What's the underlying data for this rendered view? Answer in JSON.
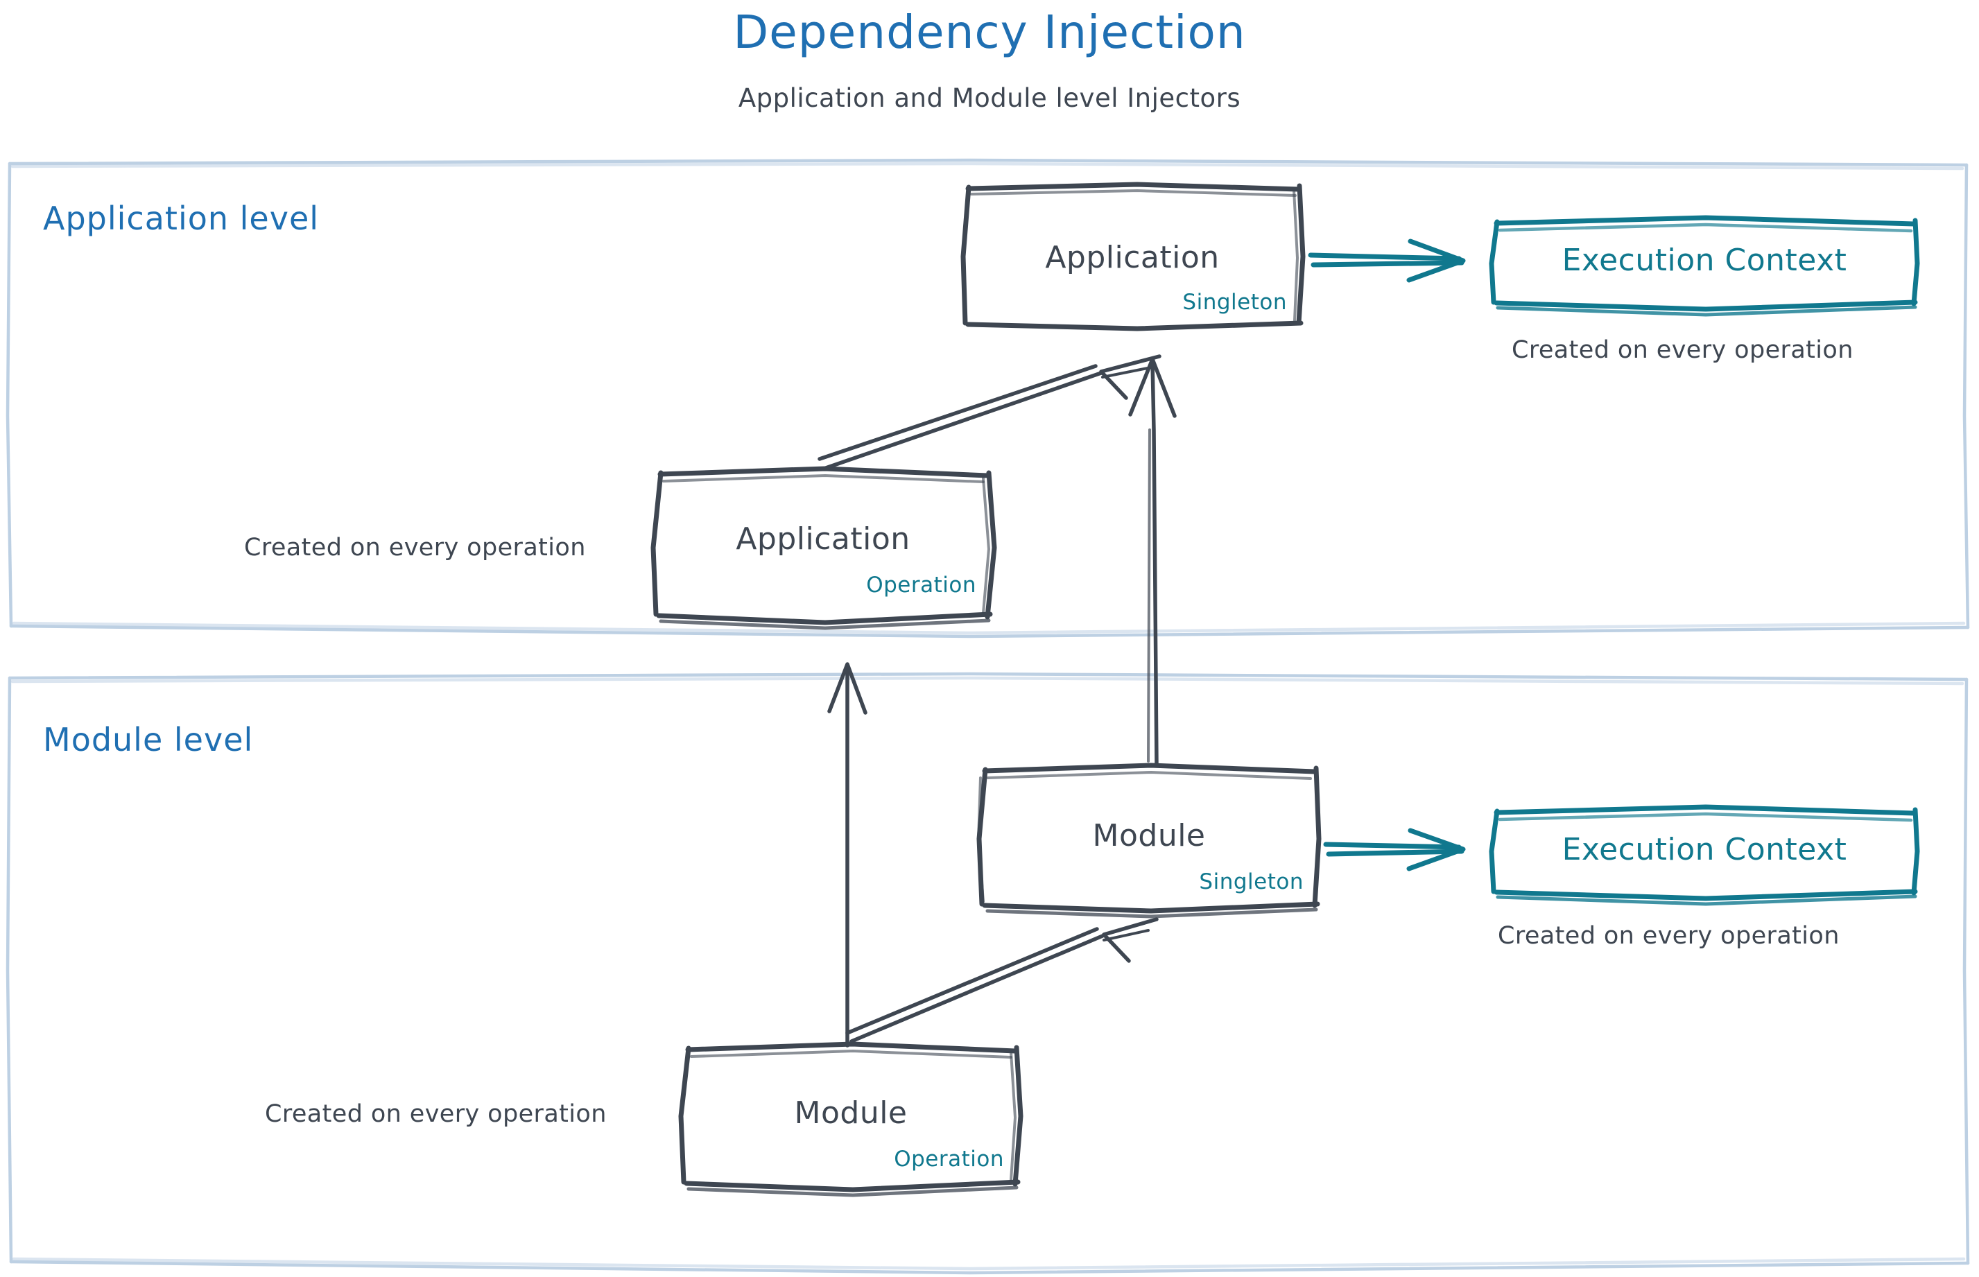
{
  "header": {
    "title": "Dependency Injection",
    "subtitle": "Application and Module level Injectors"
  },
  "colors": {
    "title_blue": "#1F6FB2",
    "lane_label_blue": "#1F6FB2",
    "ink_dark": "#3E4651",
    "accent_teal": "#10788E",
    "lane_border": "#BDD0E3",
    "background": "#FFFFFF"
  },
  "lanes": [
    {
      "id": "application-level",
      "label": "Application level"
    },
    {
      "id": "module-level",
      "label": "Module level"
    }
  ],
  "nodes": [
    {
      "id": "app-singleton",
      "title": "Application",
      "scope": "Singleton",
      "lane": "application-level",
      "style": "sketch-box"
    },
    {
      "id": "app-operation",
      "title": "Application",
      "scope": "Operation",
      "lane": "application-level",
      "style": "sketch-box"
    },
    {
      "id": "ctx-app",
      "title": "Execution Context",
      "scope": "",
      "lane": "application-level",
      "style": "teal-box"
    },
    {
      "id": "mod-singleton",
      "title": "Module",
      "scope": "Singleton",
      "lane": "module-level",
      "style": "sketch-box"
    },
    {
      "id": "mod-operation",
      "title": "Module",
      "scope": "Operation",
      "lane": "module-level",
      "style": "sketch-box"
    },
    {
      "id": "ctx-mod",
      "title": "Execution Context",
      "scope": "",
      "lane": "module-level",
      "style": "teal-box"
    }
  ],
  "annotations": [
    {
      "id": "note-ctx-app",
      "text": "Created on every operation",
      "for": "ctx-app"
    },
    {
      "id": "note-ctx-mod",
      "text": "Created on every operation",
      "for": "ctx-mod"
    },
    {
      "id": "note-app-op",
      "text": "Created on every operation",
      "for": "app-operation"
    },
    {
      "id": "note-mod-op",
      "text": "Created on every operation",
      "for": "mod-operation"
    }
  ],
  "edges": [
    {
      "id": "edge-app-op-to-app-singleton",
      "from": "app-operation",
      "to": "app-singleton",
      "color": "#3E4651",
      "style": "double-line-arrow"
    },
    {
      "id": "edge-app-singleton-to-ctx",
      "from": "app-singleton",
      "to": "ctx-app",
      "color": "#10788E",
      "style": "double-line-arrow"
    },
    {
      "id": "edge-mod-singleton-to-app",
      "from": "mod-singleton",
      "to": "app-singleton",
      "color": "#3E4651",
      "style": "line-arrow"
    },
    {
      "id": "edge-mod-op-to-app-op",
      "from": "mod-operation",
      "to": "app-operation",
      "color": "#3E4651",
      "style": "line-arrow"
    },
    {
      "id": "edge-mod-op-to-mod-singleton",
      "from": "mod-operation",
      "to": "mod-singleton",
      "color": "#3E4651",
      "style": "double-line-arrow"
    },
    {
      "id": "edge-mod-singleton-to-ctx",
      "from": "mod-singleton",
      "to": "ctx-mod",
      "color": "#10788E",
      "style": "double-line-arrow"
    }
  ]
}
